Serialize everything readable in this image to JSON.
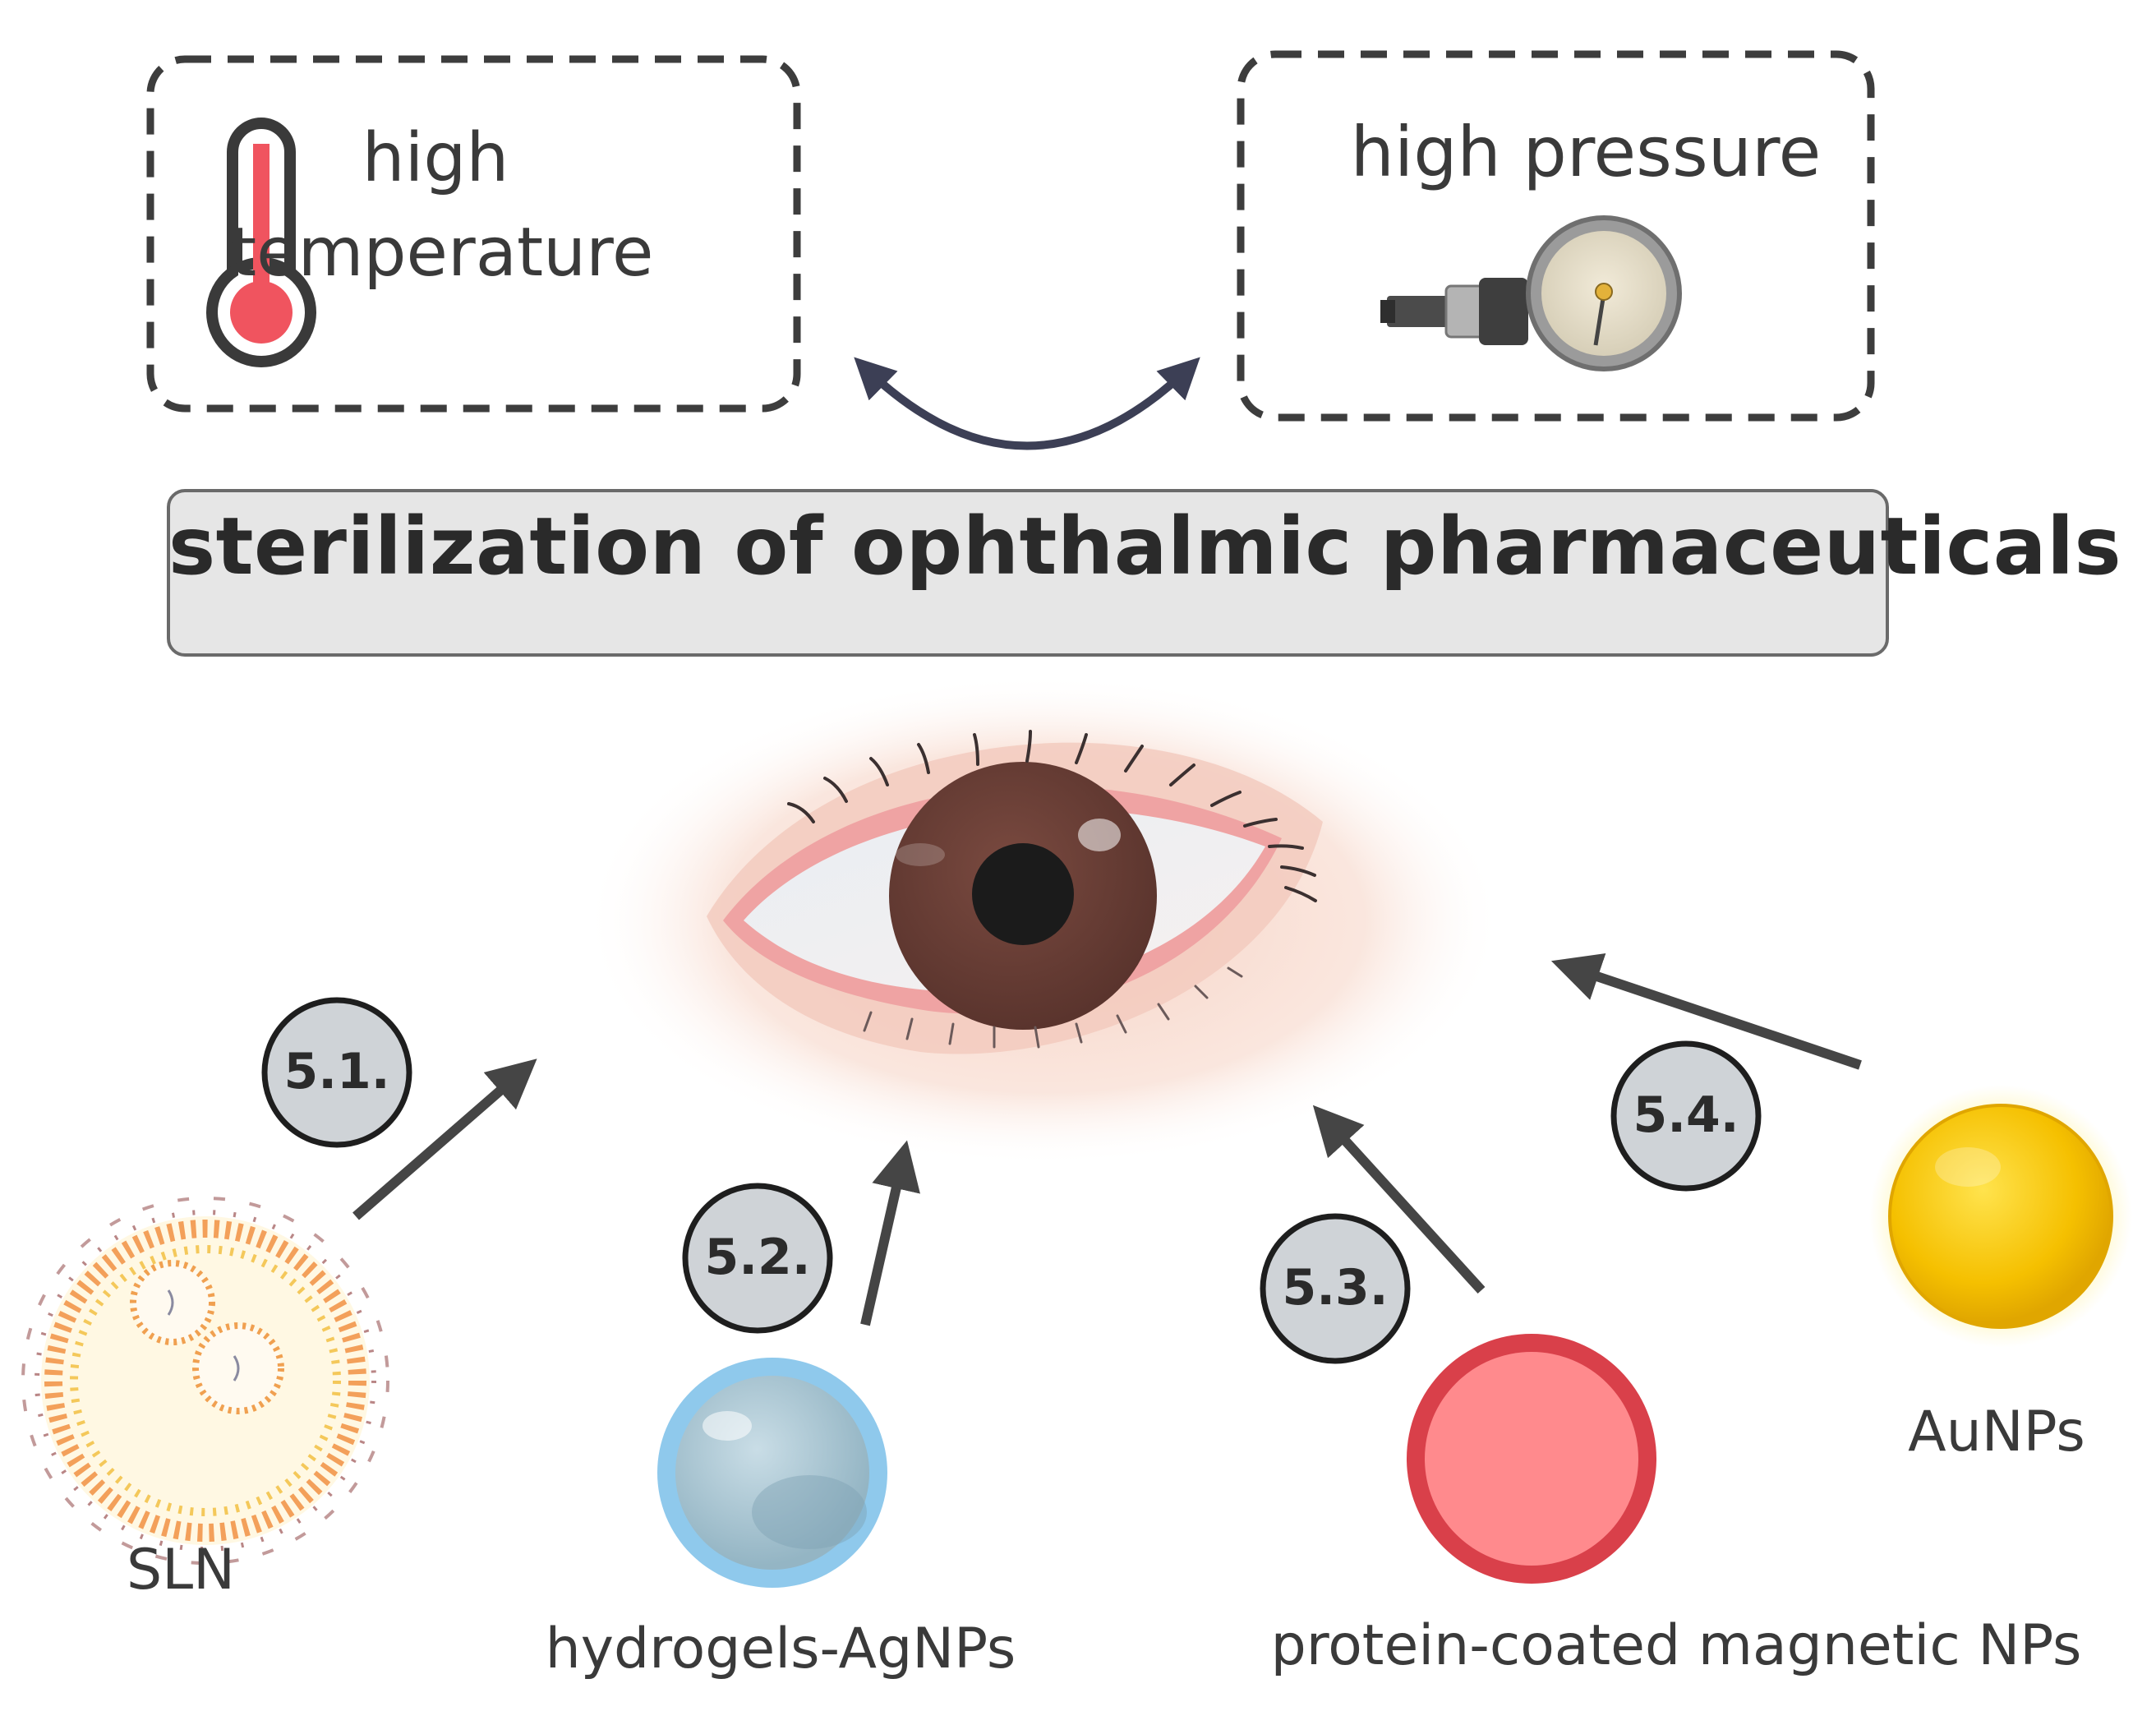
{
  "conditions": {
    "temperature_line1": "high",
    "temperature_line2": "temperature",
    "pressure": "high pressure"
  },
  "title": "sterilization of ophthalmic pharmaceuticals",
  "sections": [
    {
      "badge": "5.1.",
      "label": "SLN"
    },
    {
      "badge": "5.2.",
      "label": "hydrogels-AgNPs"
    },
    {
      "badge": "5.3.",
      "label": "protein-coated magnetic NPs"
    },
    {
      "badge": "5.4.",
      "label": "AuNPs"
    }
  ],
  "icons": {
    "temperature": "thermometer-icon",
    "pressure": "pressure-gauge-icon",
    "center": "eye-illustration"
  },
  "colors": {
    "box_border": "#3d3d3d",
    "title_fill": "#e6e6e6",
    "badge_fill": "#cfd3d7",
    "arrow": "#454545",
    "curved_arrow": "#3c3f55",
    "thermometer_red": "#f0545f",
    "iris": "#6b4038",
    "protein_np": "#ec5a60",
    "gold_np": "#f7c400",
    "hydrogel_np": "#8fc9ec"
  }
}
